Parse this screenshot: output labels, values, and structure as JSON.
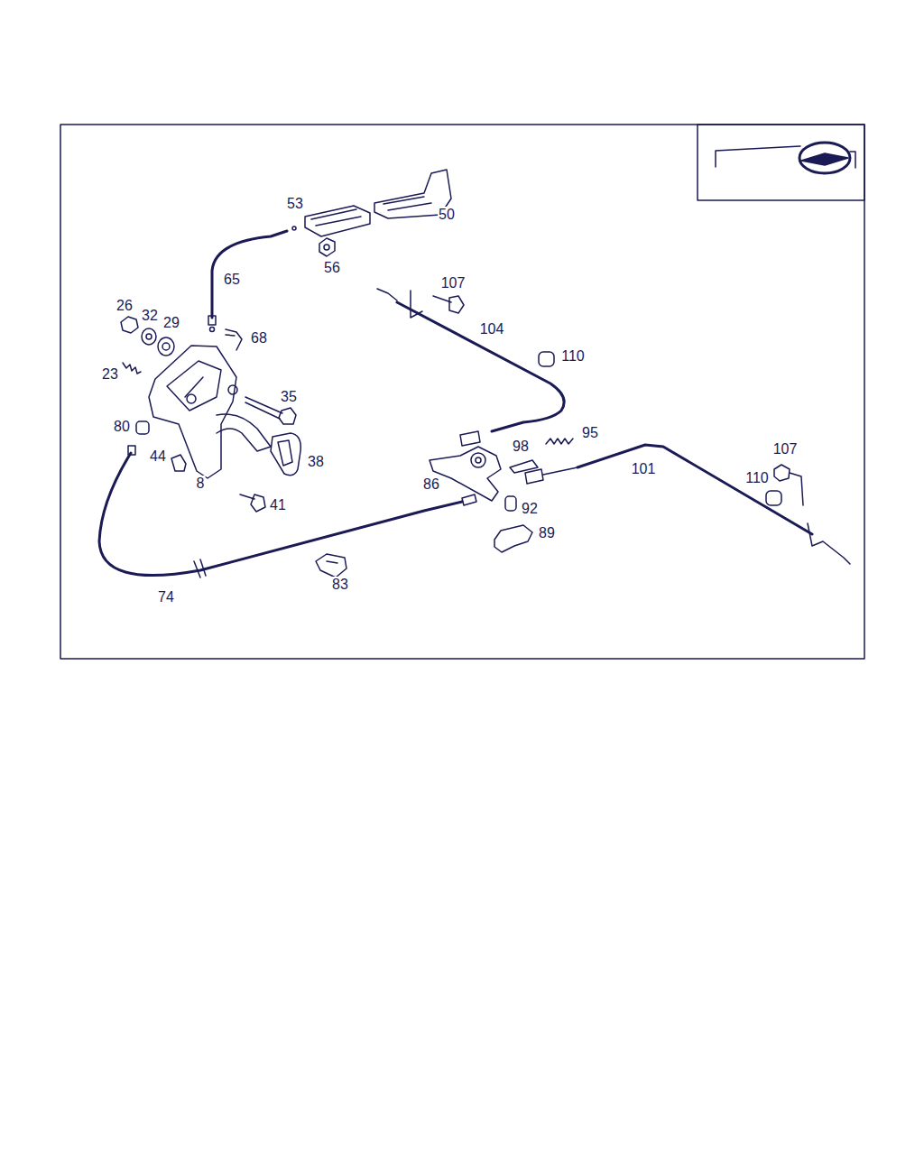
{
  "diagram": {
    "labels": [
      "53",
      "50",
      "56",
      "65",
      "107",
      "26",
      "32",
      "29",
      "104",
      "68",
      "110",
      "23",
      "35",
      "80",
      "95",
      "98",
      "107",
      "44",
      "38",
      "101",
      "110",
      "86",
      "8",
      "41",
      "92",
      "89",
      "83",
      "74"
    ]
  }
}
